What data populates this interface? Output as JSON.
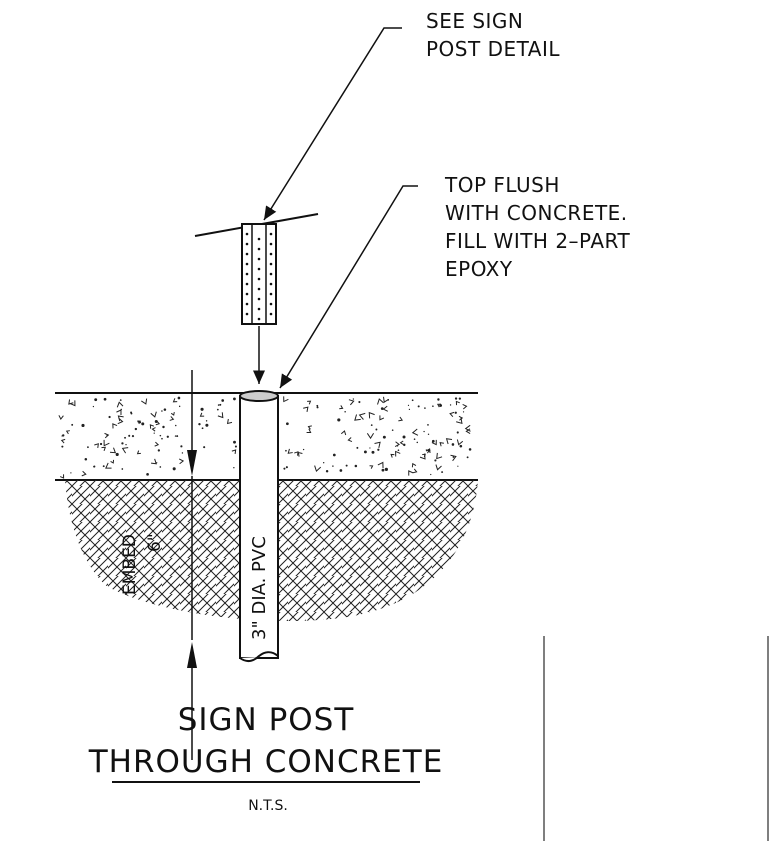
{
  "callouts": {
    "sign_post": [
      "SEE SIGN",
      "POST DETAIL"
    ],
    "top_flush": [
      "TOP FLUSH",
      "WITH CONCRETE.",
      "FILL WITH 2–PART",
      "EPOXY"
    ]
  },
  "pipe_label": "3\" DIA. PVC",
  "embed_label": "EMBED",
  "embed_value": "6\"",
  "title": {
    "line1": "SIGN POST",
    "line2": "THROUGH CONCRETE",
    "scale": "N.T.S."
  }
}
